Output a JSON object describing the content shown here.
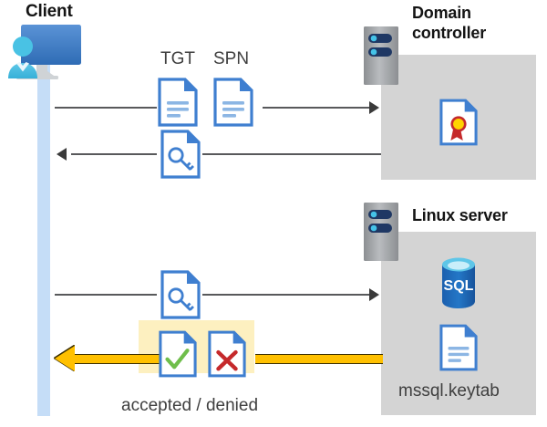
{
  "diagram": {
    "title": "Kerberos authentication flow between client, domain controller and Linux server",
    "colors": {
      "lifeline": "#c5ddf7",
      "panel": "#d4d4d4",
      "highlight": "#fdf0c0",
      "yellow_arrow": "#ffc000",
      "gray_arrow": "#58595b",
      "doc_blue": "#3f7fd0",
      "accept_green": "#6fbe4b",
      "deny_red": "#c5292b",
      "sql_blue": "#1b6ec2",
      "seal_red": "#c5292b",
      "seal_gold": "#ffd400"
    }
  },
  "actors": {
    "client": {
      "label": "Client",
      "icon": "client-user-monitor-icon"
    },
    "domain_controller": {
      "label": "Domain controller",
      "icon": "server-rack-icon"
    },
    "linux_server": {
      "label": "Linux server",
      "icon": "server-rack-icon"
    }
  },
  "messages": [
    {
      "id": "request-tgt-spn",
      "direction": "client-to-domain-controller",
      "labels": [
        "TGT",
        "SPN"
      ],
      "icons": [
        "document-lines-icon",
        "document-lines-icon"
      ],
      "arrow_style": "gray"
    },
    {
      "id": "return-ticket",
      "direction": "domain-controller-to-client",
      "labels": [],
      "icons": [
        "document-key-icon"
      ],
      "arrow_style": "gray"
    },
    {
      "id": "present-ticket",
      "direction": "client-to-linux-server",
      "labels": [],
      "icons": [
        "document-key-icon"
      ],
      "arrow_style": "gray"
    },
    {
      "id": "auth-result",
      "direction": "linux-server-to-client",
      "labels": [
        "accepted / denied"
      ],
      "icons": [
        "document-check-icon",
        "document-cross-icon"
      ],
      "arrow_style": "yellow-highlighted"
    }
  ],
  "panels": {
    "domain_controller": {
      "items": [
        {
          "icon": "certificate-document-icon",
          "label": ""
        }
      ]
    },
    "linux_server": {
      "items": [
        {
          "icon": "sql-database-icon",
          "label": "SQL"
        },
        {
          "icon": "document-lines-icon",
          "label": "mssql.keytab"
        }
      ]
    }
  },
  "labels": {
    "tgt": "TGT",
    "spn": "SPN",
    "accepted_denied": "accepted / denied",
    "keytab": "mssql.keytab",
    "sql": "SQL"
  }
}
